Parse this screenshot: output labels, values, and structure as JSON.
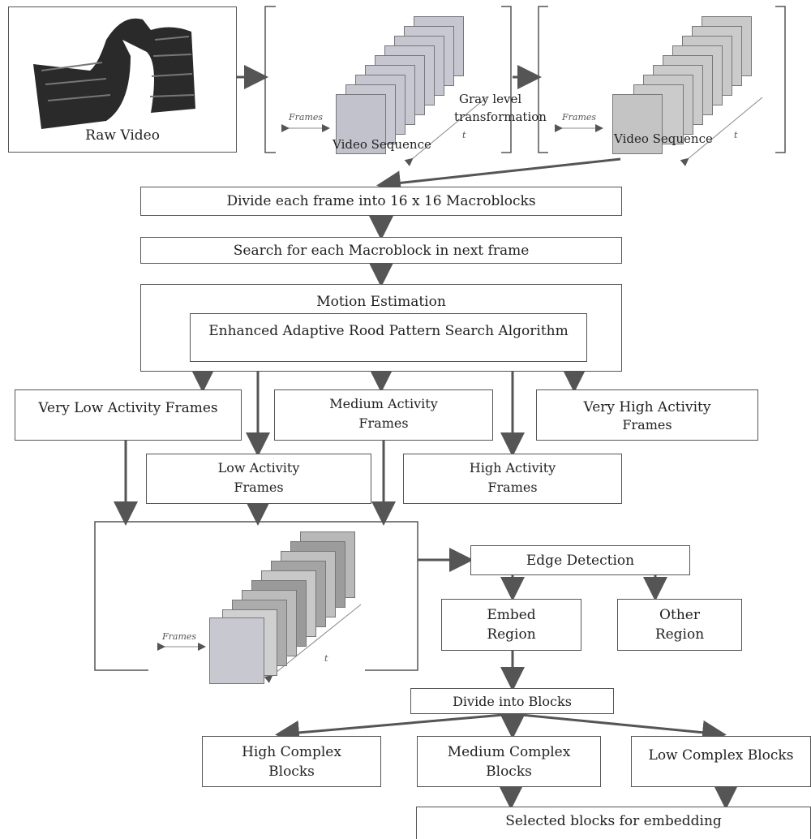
{
  "top_row": {
    "raw_video_label": "Raw Video",
    "video_sequence_label": "Video Sequence",
    "video_sequence_gray_label": "Video Sequence",
    "gray_level_label_line1": "Gray level",
    "gray_level_label_line2": "transformation",
    "frames_label": "Frames",
    "frames_label_2": "Frames",
    "t_label": "t",
    "t_label_2": "t"
  },
  "steps": {
    "divide_macroblocks": "Divide each frame into 16 x 16 Macroblocks",
    "search_macroblock": "Search for each Macroblock in next frame",
    "motion_estimation_title": "Motion Estimation",
    "motion_estimation_algo": "Enhanced Adaptive Rood Pattern Search Algorithm"
  },
  "activity": {
    "very_low": "Very Low Activity Frames",
    "medium_line1": "Medium Activity",
    "medium_line2": "Frames",
    "very_high_line1": "Very High Activity",
    "very_high_line2": "Frames",
    "low_line1": "Low Activity",
    "low_line2": "Frames",
    "high_line1": "High Activity",
    "high_line2": "Frames"
  },
  "bottom": {
    "frames_label": "Frames",
    "t_label": "t",
    "edge_detection": "Edge Detection",
    "embed_line1": "Embed",
    "embed_line2": "Region",
    "other_line1": "Other",
    "other_line2": "Region",
    "divide_blocks": "Divide into Blocks",
    "high_complex_line1": "High Complex",
    "high_complex_line2": "Blocks",
    "medium_complex_line1": "Medium Complex",
    "medium_complex_line2": "Blocks",
    "low_complex": "Low Complex Blocks",
    "selected_blocks": "Selected blocks for embedding"
  },
  "colors": {
    "line": "#555555",
    "frame_fill": "#c8c8d2",
    "film_dark": "#2a2a2a"
  }
}
